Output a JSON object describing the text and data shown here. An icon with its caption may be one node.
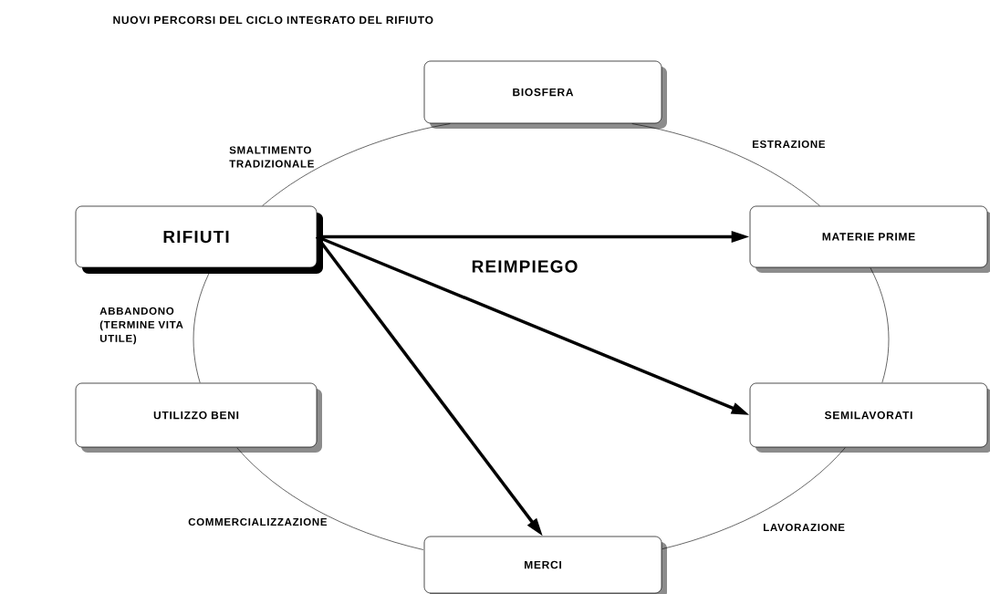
{
  "diagram": {
    "title": "NUOVI PERCORSI DEL CICLO INTEGRATO DEL RIFIUTO",
    "nodes": [
      {
        "text": [
          "BIOSFERA"
        ]
      },
      {
        "text": [
          "RIFIUTI"
        ]
      },
      {
        "text": [
          "MATERIE PRIME"
        ]
      },
      {
        "text": [
          "UTILIZZO BENI"
        ]
      },
      {
        "text": [
          "SEMILAVORATI"
        ]
      },
      {
        "text": [
          "MERCI"
        ]
      }
    ],
    "edges": [
      {
        "from": 0,
        "to": 2,
        "arrow": "none",
        "label": "ESTRAZIONE"
      },
      {
        "from": 2,
        "to": 4,
        "arrow": "none"
      },
      {
        "from": 4,
        "to": 5,
        "arrow": "none",
        "label": "LAVORAZIONE"
      },
      {
        "from": 5,
        "to": 3,
        "arrow": "none",
        "label": "COMMERCIALIZZAZIONE"
      },
      {
        "from": 3,
        "to": 1,
        "arrow": "none",
        "label": "ABBANDONO (TERMINE VITA UTILE)"
      },
      {
        "from": 1,
        "to": 0,
        "arrow": "none",
        "label": "SMALTIMENTO TRADIZIONALE"
      },
      {
        "from": 1,
        "to": 2,
        "arrow": "to",
        "style": "thick",
        "label": "REIMPIEGO"
      },
      {
        "from": 1,
        "to": 4,
        "arrow": "to",
        "style": "thick"
      },
      {
        "from": 1,
        "to": 5,
        "arrow": "to",
        "style": "thick"
      }
    ]
  }
}
